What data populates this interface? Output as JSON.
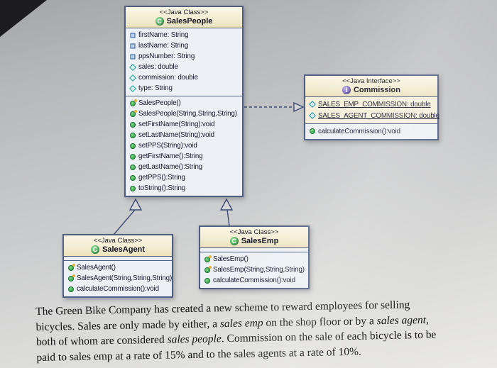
{
  "colors": {
    "connector": "#3f4b75",
    "arrowhead_fill": "#d5d6d8",
    "box_border": "#4f5d82",
    "header_bg": "#f7f2dc",
    "body_bg": "#edf0f4",
    "class_icon_green": "#2e9e44",
    "interface_icon_purple": "#5d49a8",
    "method_icon_green": "#259a3c",
    "field_icon_blue": "#2c5aa0",
    "field_icon_teal": "#2aa198"
  },
  "icons": {
    "class_glyph": "C",
    "interface_glyph": "I"
  },
  "diagram": {
    "salespeople": {
      "stereotype": "<<Java Class>>",
      "name": "SalesPeople",
      "fields": [
        {
          "icon": "field-blue",
          "text": "firstName: String"
        },
        {
          "icon": "field-blue",
          "text": "lastName: String"
        },
        {
          "icon": "field-blue",
          "text": "ppsNumber: String"
        },
        {
          "icon": "field-diamond",
          "text": "sales: double"
        },
        {
          "icon": "field-diamond",
          "text": "commission: double"
        },
        {
          "icon": "field-diamond",
          "text": "type: String"
        }
      ],
      "methods": [
        {
          "icon": "constructor",
          "text": "SalesPeople()"
        },
        {
          "icon": "constructor",
          "text": "SalesPeople(String,String,String)"
        },
        {
          "icon": "method",
          "text": "setFirstName(String):void"
        },
        {
          "icon": "method",
          "text": "setLastName(String):void"
        },
        {
          "icon": "method",
          "text": "setPPS(String):void"
        },
        {
          "icon": "method",
          "text": "getFirstName():String"
        },
        {
          "icon": "method",
          "text": "getLastName():String"
        },
        {
          "icon": "method",
          "text": "getPPS():String"
        },
        {
          "icon": "method",
          "text": "toString():String"
        }
      ]
    },
    "commission": {
      "stereotype": "<<Java Interface>>",
      "name": "Commission",
      "constants": [
        {
          "icon": "static-field",
          "text": "SALES_EMP_COMMISSION: double"
        },
        {
          "icon": "static-field",
          "text": "SALES_AGENT_COMMISSION: double"
        }
      ],
      "methods": [
        {
          "icon": "method",
          "text": "calculateCommission():void"
        }
      ]
    },
    "salesagent": {
      "stereotype": "<<Java Class>>",
      "name": "SalesAgent",
      "methods": [
        {
          "icon": "constructor",
          "text": "SalesAgent()"
        },
        {
          "icon": "constructor",
          "text": "SalesAgent(String,String,String)"
        },
        {
          "icon": "method",
          "text": "calculateCommission():void"
        }
      ]
    },
    "salesemp": {
      "stereotype": "<<Java Class>>",
      "name": "SalesEmp",
      "methods": [
        {
          "icon": "constructor",
          "text": "SalesEmp()"
        },
        {
          "icon": "constructor",
          "text": "SalesEmp(String,String,String)"
        },
        {
          "icon": "method",
          "text": "calculateCommission():void"
        }
      ]
    }
  },
  "paragraph": {
    "lines": [
      [
        {
          "t": "The Green Bike Company has created a new scheme to reward employees for selling"
        }
      ],
      [
        {
          "t": "bicycles.  Sales are only made by either, a "
        },
        {
          "t": "sales emp"
        },
        {
          "t": " on the shop floor or by a "
        },
        {
          "t": "sales agent"
        },
        {
          "t": ","
        }
      ],
      [
        {
          "t": "both of whom are considered "
        },
        {
          "t": "sales people"
        },
        {
          "t": ".  Commission on the sale of each bicycle is to be"
        }
      ],
      [
        {
          "t": "paid to sales emp at a rate of 15% and to the sales agents at a rate of 10%."
        }
      ]
    ]
  }
}
